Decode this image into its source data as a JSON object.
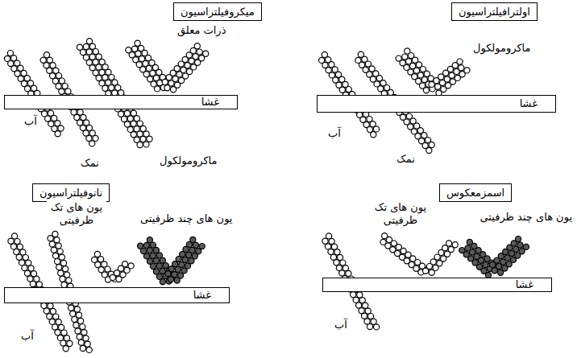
{
  "diagram": {
    "nodes": [
      {
        "text": [
          "اولترافیلتراسیون"
        ]
      },
      {
        "text": [
          "غشا"
        ]
      },
      {
        "text": [
          "میکروفیلتراسیون"
        ]
      },
      {
        "text": [
          "غشا"
        ]
      },
      {
        "text": [
          "اسمزمعکوس"
        ]
      },
      {
        "text": [
          "غشا"
        ]
      },
      {
        "text": [
          "نانوفیلتراسیون"
        ]
      },
      {
        "text": [
          "غشا"
        ]
      }
    ],
    "labels": [
      "ماکرومولکول",
      "آب",
      "نمک",
      "ذرات معلق",
      "آب",
      "نمک",
      "ماکرومولکول",
      "یون های تک ظرفیتی",
      "یون های چند ظرفیتی",
      "آب",
      "یون های تک ظرفیتی",
      "یون های چند ظرفیتی",
      "آب"
    ]
  }
}
